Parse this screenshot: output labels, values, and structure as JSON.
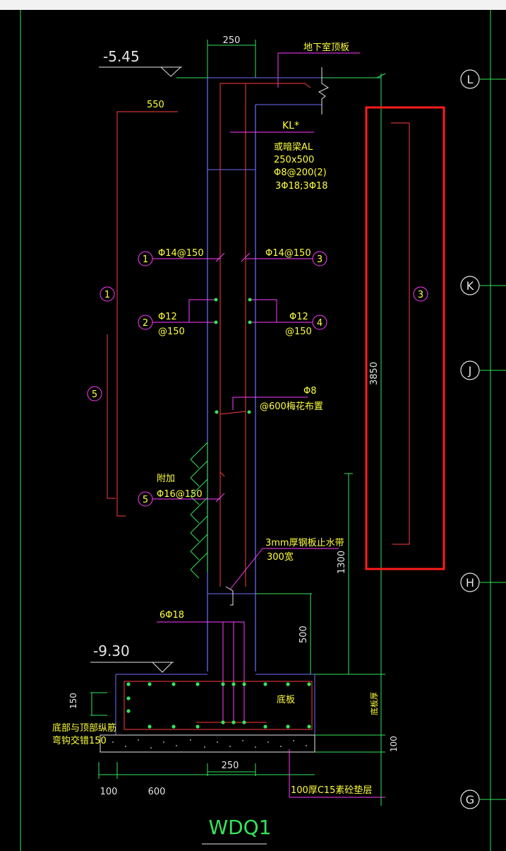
{
  "drawing": {
    "title": "WDQ1",
    "labels": {
      "elev_top": "-5.45",
      "elev_bottom": "-9.30",
      "roof_slab": "地下室顶板",
      "kl": "KL*",
      "beam_line1": "或暗梁AL",
      "beam_line2": "250x500",
      "beam_line3": "Φ8@200(2)",
      "beam_line4": "3Φ18;3Φ18",
      "dim_250_top": "250",
      "dim_550": "550",
      "rebar1": "Φ14@150",
      "rebar3": "Φ14@150",
      "rebar2_a": "Φ12",
      "rebar2_b": "@150",
      "rebar4_a": "Φ12",
      "rebar4_b": "@150",
      "tie_a": "Φ8",
      "tie_b": "@600梅花布置",
      "extra_a": "附加",
      "extra_b": "Φ16@150",
      "waterstop_a": "3mm厚钢板止水带",
      "waterstop_b": "300宽",
      "bars_6": "6Φ18",
      "slab": "底板",
      "slab_note_a": "底部与顶部纵筋",
      "slab_note_b": "弯钩交错150",
      "dim_150": "150",
      "dim_250_bot": "250",
      "dim_100": "100",
      "dim_600": "600",
      "concrete_note": "100厚C15素砼垫层",
      "dim_3850": "3850",
      "dim_1300": "1300",
      "dim_500": "500",
      "dim_100_right": "100",
      "slab_thk": "底板厚"
    },
    "markers": {
      "m1": "1",
      "m2": "2",
      "m3": "3",
      "m4": "4",
      "m5": "5",
      "big1": "1",
      "big5": "5",
      "big3": "3"
    },
    "axes": [
      "L",
      "K",
      "J",
      "H",
      "G"
    ]
  }
}
